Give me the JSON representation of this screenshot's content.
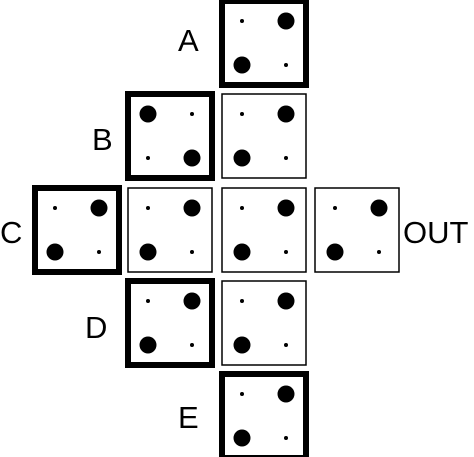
{
  "labels": {
    "a": "A",
    "b": "B",
    "c": "C",
    "d": "D",
    "e": "E",
    "out": "OUT"
  },
  "cells": [
    {
      "id": "A",
      "row": 0,
      "col": 2,
      "bold": true,
      "pattern": "diag-up"
    },
    {
      "id": "B",
      "row": 1,
      "col": 1,
      "bold": true,
      "pattern": "diag-down"
    },
    {
      "id": "r1c2",
      "row": 1,
      "col": 2,
      "bold": false,
      "pattern": "diag-up"
    },
    {
      "id": "C",
      "row": 2,
      "col": 0,
      "bold": true,
      "pattern": "diag-up"
    },
    {
      "id": "r2c1",
      "row": 2,
      "col": 1,
      "bold": false,
      "pattern": "diag-up"
    },
    {
      "id": "r2c2",
      "row": 2,
      "col": 2,
      "bold": false,
      "pattern": "diag-up"
    },
    {
      "id": "OUT",
      "row": 2,
      "col": 3,
      "bold": false,
      "pattern": "diag-up"
    },
    {
      "id": "D",
      "row": 3,
      "col": 1,
      "bold": true,
      "pattern": "diag-up"
    },
    {
      "id": "r3c2",
      "row": 3,
      "col": 2,
      "bold": false,
      "pattern": "diag-up"
    },
    {
      "id": "E",
      "row": 4,
      "col": 2,
      "bold": true,
      "pattern": "diag-up"
    }
  ],
  "colors": {
    "stroke": "#000000",
    "fill": "#ffffff"
  }
}
